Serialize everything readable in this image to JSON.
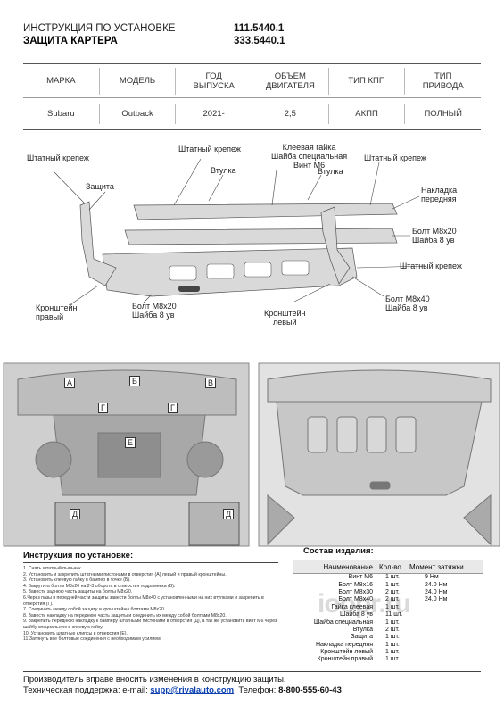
{
  "header": {
    "title_line1": "ИНСТРУКЦИЯ ПО УСТАНОВКЕ",
    "title_line2": "ЗАЩИТА КАРТЕРА",
    "code1": "111.5440.1",
    "code2": "333.5440.1"
  },
  "spec_table": {
    "headers": [
      "МАРКА",
      "МОДЕЛЬ",
      "ГОД\nВЫПУСКА",
      "ОБЪЕМ\nДВИГАТЕЛЯ",
      "ТИП КПП",
      "ТИП\nПРИВОДА"
    ],
    "values": [
      "Subaru",
      "Outback",
      "2021-",
      "2,5",
      "АКПП",
      "ПОЛНЫЙ"
    ]
  },
  "diagram_labels": {
    "shtatny1": "Штатный крепеж",
    "shtatny2": "Штатный крепеж",
    "shtatny3": "Штатный крепеж",
    "shtatny4": "Штатный крепеж",
    "zaschita": "Защита",
    "vtulka1": "Втулка",
    "vtulka2": "Втулка",
    "kleevaya": "Клеевая гайка\nШайба специальная\nВинт М6",
    "nakladka": "Накладка\nпередняя",
    "bolt1": "Болт М8х20\nШайба 8 ув",
    "bolt2": "Болт М8х40\nШайба 8 ув",
    "bolt3": "Болт М8х20\nШайба 8 ув",
    "kronshtein_prav": "Кронштейн\nправый",
    "kronshtein_lev": "Кронштейн\nлевый"
  },
  "photo_markers": [
    "А",
    "Б",
    "В",
    "Г",
    "Г",
    "Е",
    "Д",
    "Д"
  ],
  "instructions": {
    "title": "Инструкция по установке:",
    "steps": [
      "1. Снять штатный пыльник.",
      "2. Установить и закрепить штатными пистонами в отверстия (А) левый и правый кронштейны.",
      "3. Установить клеевую гайку в бампер в точке (Б).",
      "4. Закрутить болты М8х20 на 2-3 оборота в отверстия подрамника (В).",
      "5. Завести заднюю часть защиты на болты М8х20.",
      "6.Через пазы в передней части защиты завести болты М8х40 с установленными на них втулками и закрепить в отверстия (Г).",
      "7. Соединить между собой защиту и кронштейны болтами М8х20.",
      "8. Завести накладку на переднюю часть защиты и соединить их между собой болтами М8х20.",
      "9. Закрепить переднюю накладку к бамперу штатными пистонами в отверстия (Д), а так же установить винт М6 через шайбу специальную в клеевую гайку.",
      "10. Установить штатные клипсы в отверстия (Е).",
      "11.Затянуть все болтовые соединения с необходимым усилием."
    ]
  },
  "components": {
    "title": "Состав изделия:",
    "headers": [
      "Наименование",
      "Кол-во",
      "Момент затяжки"
    ],
    "rows": [
      {
        "name": "Винт М6",
        "qty": "1 шт.",
        "torque": "9 Нм"
      },
      {
        "name": "Болт М8х16",
        "qty": "1 шт.",
        "torque": "24.0 Нм"
      },
      {
        "name": "Болт М8х30",
        "qty": "2 шт.",
        "torque": "24.0 Нм"
      },
      {
        "name": "Болт М8х40",
        "qty": "2 шт.",
        "torque": "24.0 Нм"
      },
      {
        "name": "Гайка клеевая",
        "qty": "1 шт.",
        "torque": ""
      },
      {
        "name": "Шайба 8 ув",
        "qty": "11 шт.",
        "torque": ""
      },
      {
        "name": "Шайба специальная",
        "qty": "1 шт.",
        "torque": ""
      },
      {
        "name": "Втулка",
        "qty": "2 шт.",
        "torque": ""
      },
      {
        "name": "Защита",
        "qty": "1 шт.",
        "torque": ""
      },
      {
        "name": "Накладка передняя",
        "qty": "1 шт.",
        "torque": ""
      },
      {
        "name": "Кронштейн левый",
        "qty": "1 шт.",
        "torque": ""
      },
      {
        "name": "Кронштейн правый",
        "qty": "1 шт.",
        "torque": ""
      }
    ]
  },
  "watermark": "ioopr.ru",
  "footer": {
    "line1": "Производитель вправе вносить изменения в конструкцию защиты.",
    "support_label": "Техническая поддержка:",
    "email_label": "e-mail:",
    "email": "supp@rivalauto.com",
    "phone_label": "; Телефон:",
    "phone": "8-800-555-60-43"
  }
}
